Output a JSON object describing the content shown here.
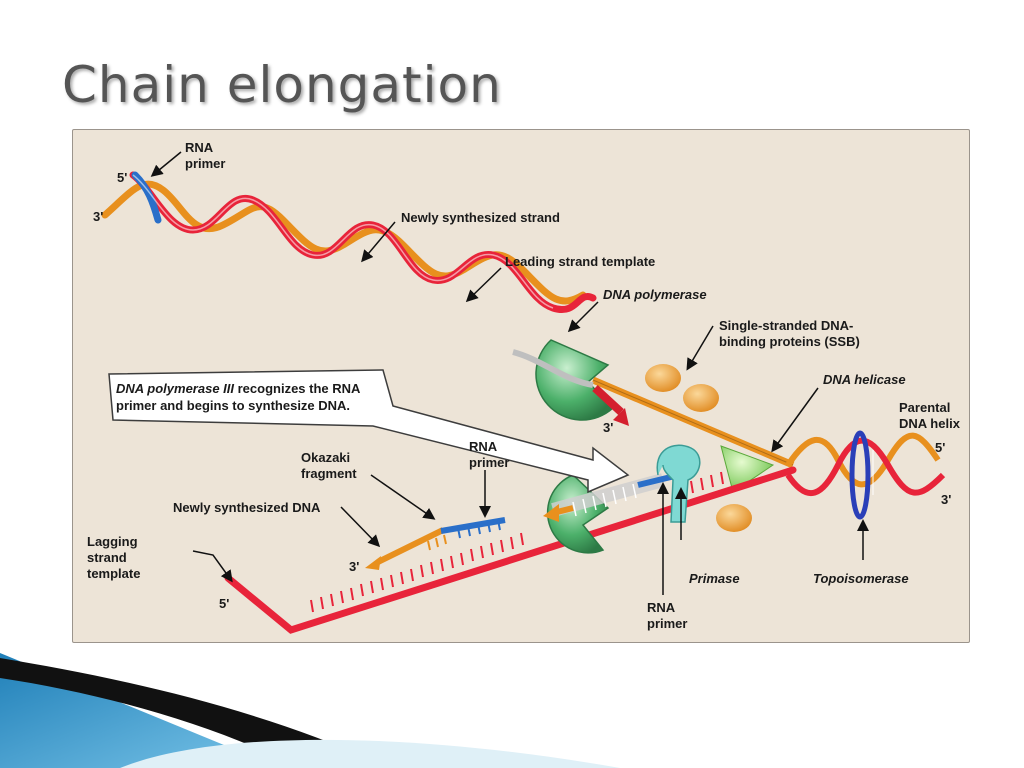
{
  "slide": {
    "title": "Chain elongation"
  },
  "diagram": {
    "callout": {
      "emphasis": "DNA polymerase III",
      "rest": " recognizes the RNA primer and begins to synthesize DNA."
    },
    "labels": {
      "rna_primer_top": "RNA\nprimer",
      "newly_synthesized_strand": "Newly synthesized strand",
      "leading_strand_template": "Leading strand template",
      "dna_polymerase": "DNA polymerase",
      "ssb": "Single-stranded DNA-\nbinding proteins (SSB)",
      "dna_helicase": "DNA helicase",
      "parental_dna_helix": "Parental\nDNA helix",
      "okazaki_fragment": "Okazaki\nfragment",
      "rna_primer_middle": "RNA\nprimer",
      "newly_synthesized_dna": "Newly synthesized DNA",
      "lagging_strand_template": "Lagging\nstrand\ntemplate",
      "primase": "Primase",
      "rna_primer_bottom": "RNA\nprimer",
      "topoisomerase": "Topoisomerase"
    },
    "ends": {
      "top_5": "5'",
      "top_3": "3'",
      "leading_3": "3'",
      "parental_5": "5'",
      "parental_3": "3'",
      "okazaki_3": "3'",
      "lagging_5": "5'"
    },
    "colors": {
      "panel": "#ede4d7",
      "template_strand": "#e8243a",
      "new_strand": "#e8901e",
      "rna_primer": "#2a6fc9",
      "polymerase": "#4cb06a",
      "ssb": "#f2a23a",
      "helicase": "#8fdc6a",
      "primase": "#7fd9d3",
      "topoisomerase": "#2a3fb8"
    }
  }
}
